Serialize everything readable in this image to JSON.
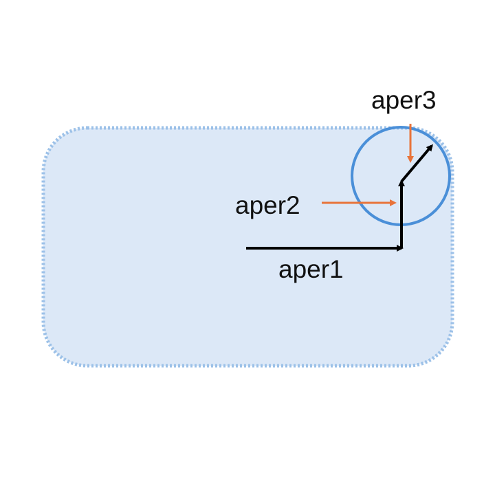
{
  "labels": {
    "aper1": "aper1",
    "aper2": "aper2",
    "aper3": "aper3"
  },
  "colors": {
    "region_fill": "#dce8f7",
    "region_border": "#9cc1e8",
    "circle_border": "#4a8fd8",
    "vector": "#000000",
    "pointer": "#e8733a",
    "text": "#111111",
    "background": "#ffffff"
  }
}
